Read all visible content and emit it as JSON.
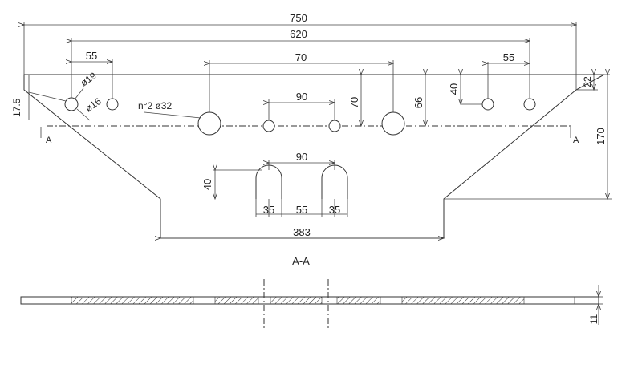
{
  "drawing": {
    "background": "#ffffff",
    "line_color": "#333333"
  },
  "dims": {
    "overall_width": "750",
    "inner_width": "620",
    "hole_pitch_left": "55",
    "hole_pitch_right": "55",
    "center_spacing": "70",
    "inner_hole_spacing": "90",
    "slot_spacing": "90",
    "left_edge": "17.5",
    "hole_dia_19": "ø19",
    "hole_dia_16": "ø16",
    "big_holes": "n°2  ø32",
    "center_height": "70",
    "right_height": "66",
    "right_hole_offset": "40",
    "top_right": "22",
    "total_height": "170",
    "slot_depth": "40",
    "slot_width_left": "35",
    "slot_gap": "55",
    "slot_width_right": "35",
    "bottom_width": "383",
    "thickness": "11"
  },
  "section": {
    "title": "A-A",
    "marker_left": "A",
    "marker_right": "A"
  }
}
